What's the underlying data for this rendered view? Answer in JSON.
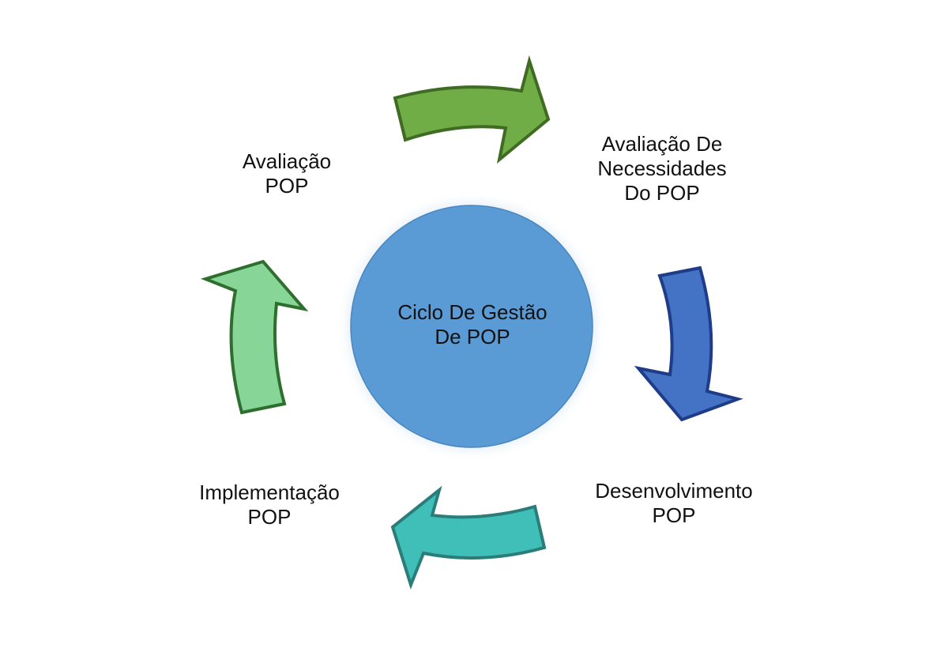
{
  "center": {
    "title_line1": "Ciclo De Gestão",
    "title_line2": "De POP",
    "fill": "#5b9bd5",
    "stroke": "#4a86c0"
  },
  "steps": [
    {
      "id": "avaliacao-necessidades",
      "line1": "Avaliação De",
      "line2": "Necessidades",
      "line3": "Do POP",
      "arrow_fill": "#70ad47",
      "arrow_stroke": "#3f6b22"
    },
    {
      "id": "desenvolvimento",
      "line1": "Desenvolvimento",
      "line2": "POP",
      "arrow_fill": "#4472c4",
      "arrow_stroke": "#1f3c88"
    },
    {
      "id": "implementacao",
      "line1": "Implementação",
      "line2": "POP",
      "arrow_fill": "#40bfb9",
      "arrow_stroke": "#2a7d79"
    },
    {
      "id": "avaliacao",
      "line1": "Avaliação",
      "line2": "POP",
      "arrow_fill": "#88d697",
      "arrow_stroke": "#2e6e2e"
    }
  ]
}
